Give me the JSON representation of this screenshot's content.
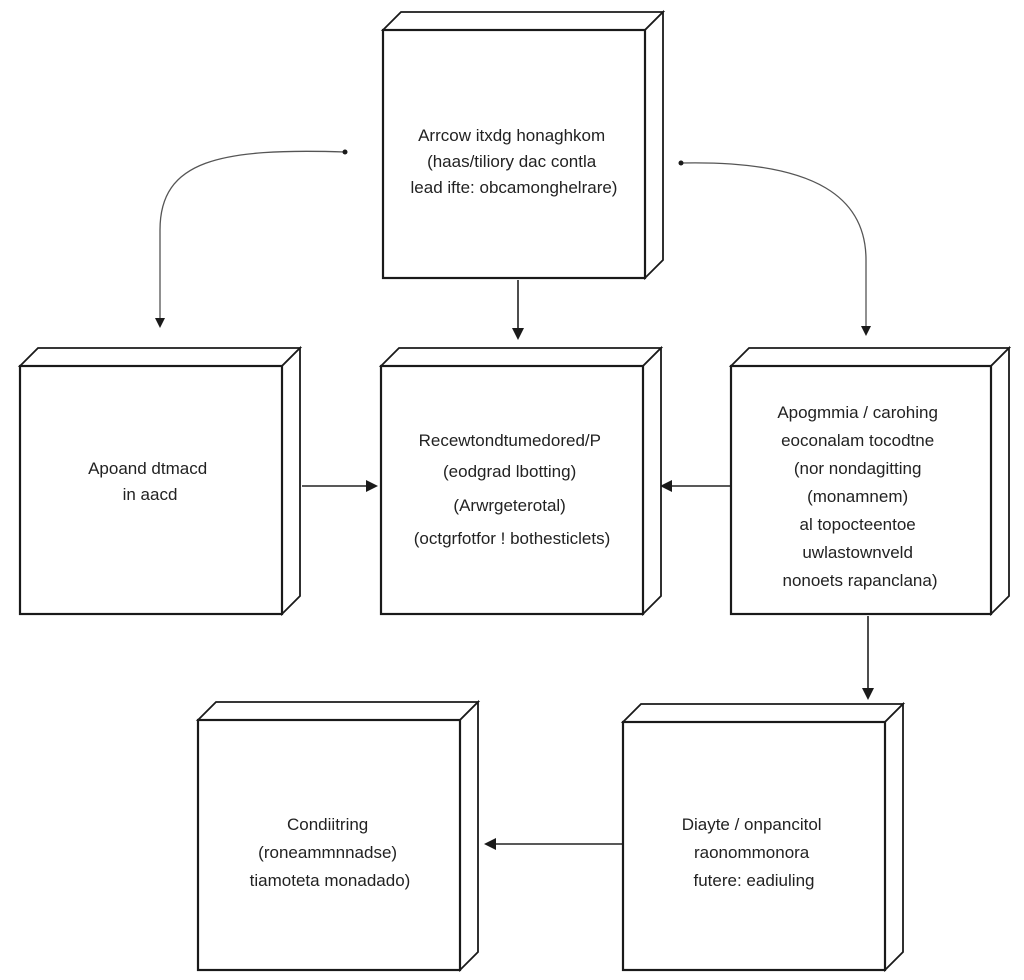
{
  "boxes": {
    "top": {
      "lines": [
        "Arrcow itxdg honaghkom",
        "(haas/tiliory dac contla",
        "lead ifte: obcamonghelrare)"
      ]
    },
    "left": {
      "lines": [
        "Apoand dtmacd",
        "in aacd"
      ]
    },
    "center": {
      "lines": [
        "Recewtondtumedored/P",
        "(eodgrad lbotting)",
        "(Arwrgeterotal)",
        "(octgrfotfor ! bothesticlets)"
      ]
    },
    "right": {
      "lines": [
        "Apogmmia / carohing",
        "eoconalam tocodtne",
        "(nor nondagitting",
        "(monamnem)",
        "al topocteentoe",
        "uwlastownveld",
        "nonoets rapanclana)"
      ]
    },
    "bottom_left": {
      "lines": [
        "Condiitring",
        "(roneammnnadse)",
        "tiamoteta monadado)"
      ]
    },
    "bottom_right": {
      "lines": [
        "Diayte / onpancitol",
        "raonommonora",
        "futere: eadiuling"
      ]
    }
  },
  "colors": {
    "stroke": "#1a1a1a",
    "text": "#222222",
    "background": "#ffffff"
  }
}
